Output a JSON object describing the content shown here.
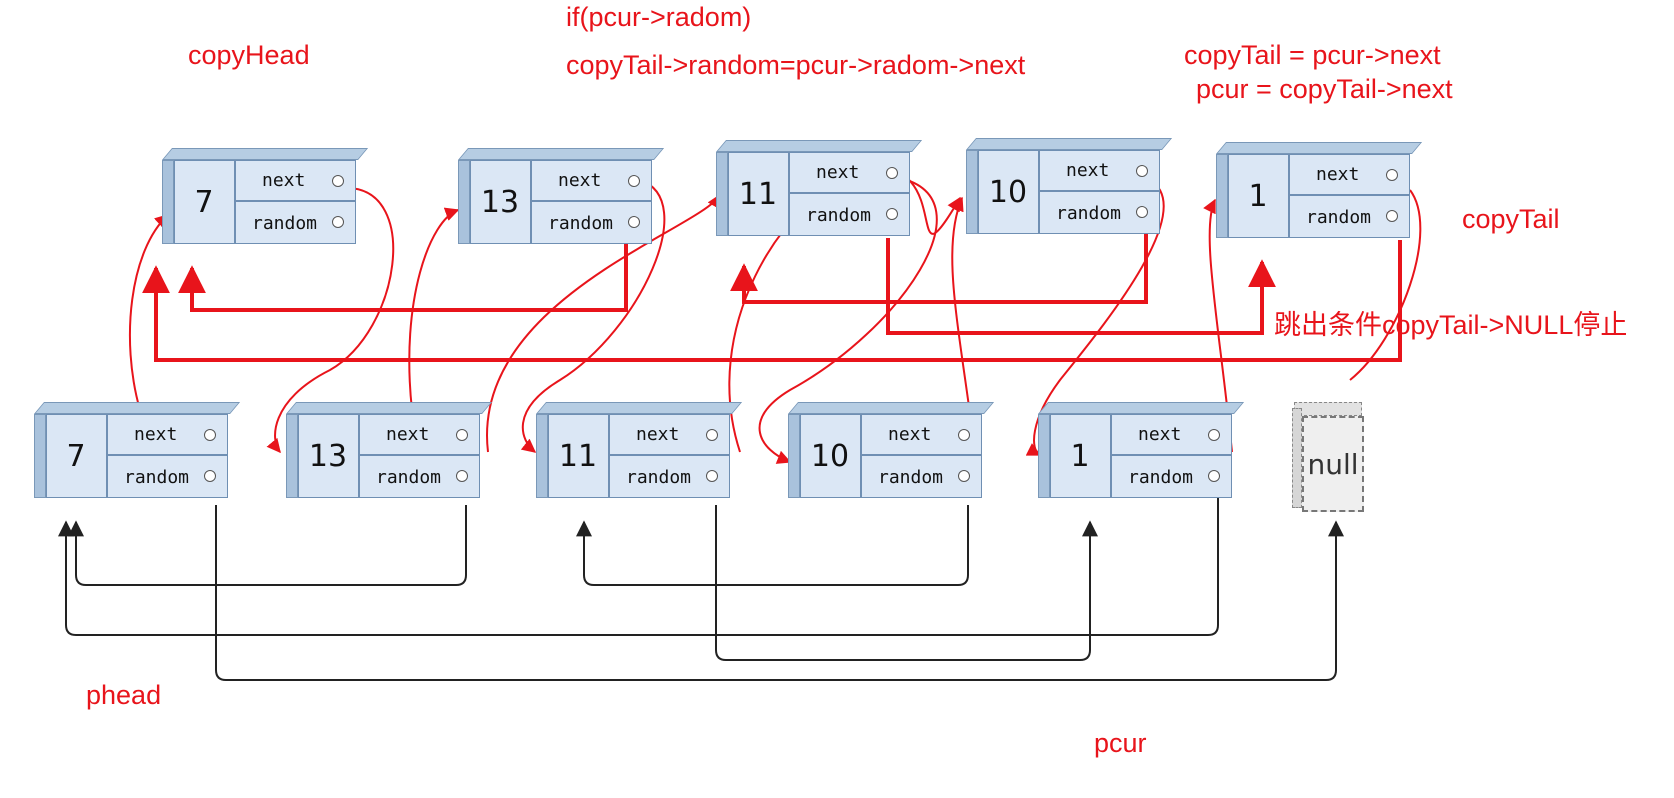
{
  "labels": {
    "copy_head": "copyHead",
    "if_cond": "if(pcur->radom)",
    "random_assign": "copyTail->random=pcur->radom->next",
    "tail_assign": "copyTail = pcur->next",
    "pcur_assign": "pcur = copyTail->next",
    "copy_tail": "copyTail",
    "exit_condition": "跳出条件copyTail->NULL停止",
    "phead": "phead",
    "pcur": "pcur"
  },
  "field_labels": {
    "next": "next",
    "random": "random"
  },
  "copy_list": [
    {
      "value": "7"
    },
    {
      "value": "13"
    },
    {
      "value": "11"
    },
    {
      "value": "10"
    },
    {
      "value": "1"
    }
  ],
  "original_list": [
    {
      "value": "7"
    },
    {
      "value": "13"
    },
    {
      "value": "11"
    },
    {
      "value": "10"
    },
    {
      "value": "1"
    }
  ],
  "null_node": {
    "label": "null"
  },
  "colors": {
    "annotation": "#e8141b",
    "node_fill": "#dbe7f5",
    "node_border": "#6f8fb3",
    "link": "#222222"
  }
}
